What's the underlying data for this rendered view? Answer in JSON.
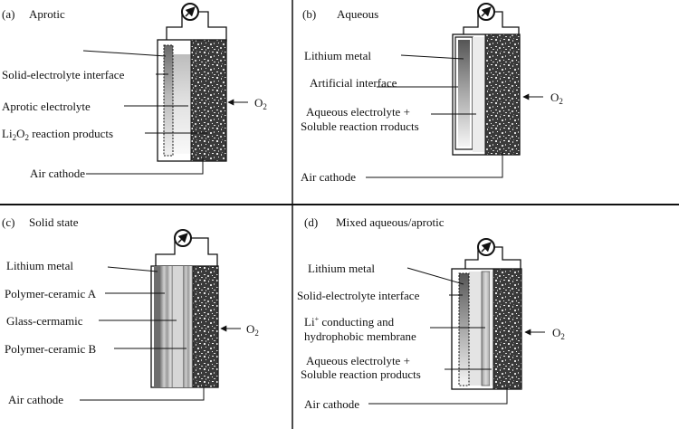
{
  "colors": {
    "ink": "#111111",
    "cathode": "#333333"
  },
  "panels": {
    "a": {
      "label": "(a)",
      "title": "Aprotic",
      "labels": {
        "sei": "Solid-electrolyte interface",
        "electrolyte": "Aprotic electrolyte",
        "products_pre": "Li",
        "products_sub1": "2",
        "products_mid": "O",
        "products_sub2": "2",
        "products_post": " reaction products",
        "cathode": "Air cathode",
        "o2": "O",
        "o2_sub": "2"
      }
    },
    "b": {
      "label": "(b)",
      "title": "Aqueous",
      "labels": {
        "metal": "Lithium metal",
        "interface": "Artificial interface",
        "electrolyte_1": "Aqueous electrolyte +",
        "electrolyte_2": "Soluble reaction rroducts",
        "cathode": "Air cathode",
        "o2": "O",
        "o2_sub": "2"
      }
    },
    "c": {
      "label": "(c)",
      "title": "Solid state",
      "labels": {
        "metal": "Lithium metal",
        "pcA": "Polymer-ceramic A",
        "glass": "Glass-cermamic",
        "pcB": "Polymer-ceramic B",
        "cathode": "Air cathode",
        "o2": "O",
        "o2_sub": "2"
      }
    },
    "d": {
      "label": "(d)",
      "title": "Mixed aqueous/aprotic",
      "labels": {
        "metal": "Lithium metal",
        "sei": "Solid-electrolyte interface",
        "membrane_li": "Li",
        "membrane_sup": "+",
        "membrane_1": " conducting and",
        "membrane_2": "hydrophobic membrane",
        "electrolyte_1": "Aqueous electrolyte +",
        "electrolyte_2": "Soluble reaction products",
        "cathode": "Air cathode",
        "o2": "O",
        "o2_sub": "2"
      }
    }
  }
}
